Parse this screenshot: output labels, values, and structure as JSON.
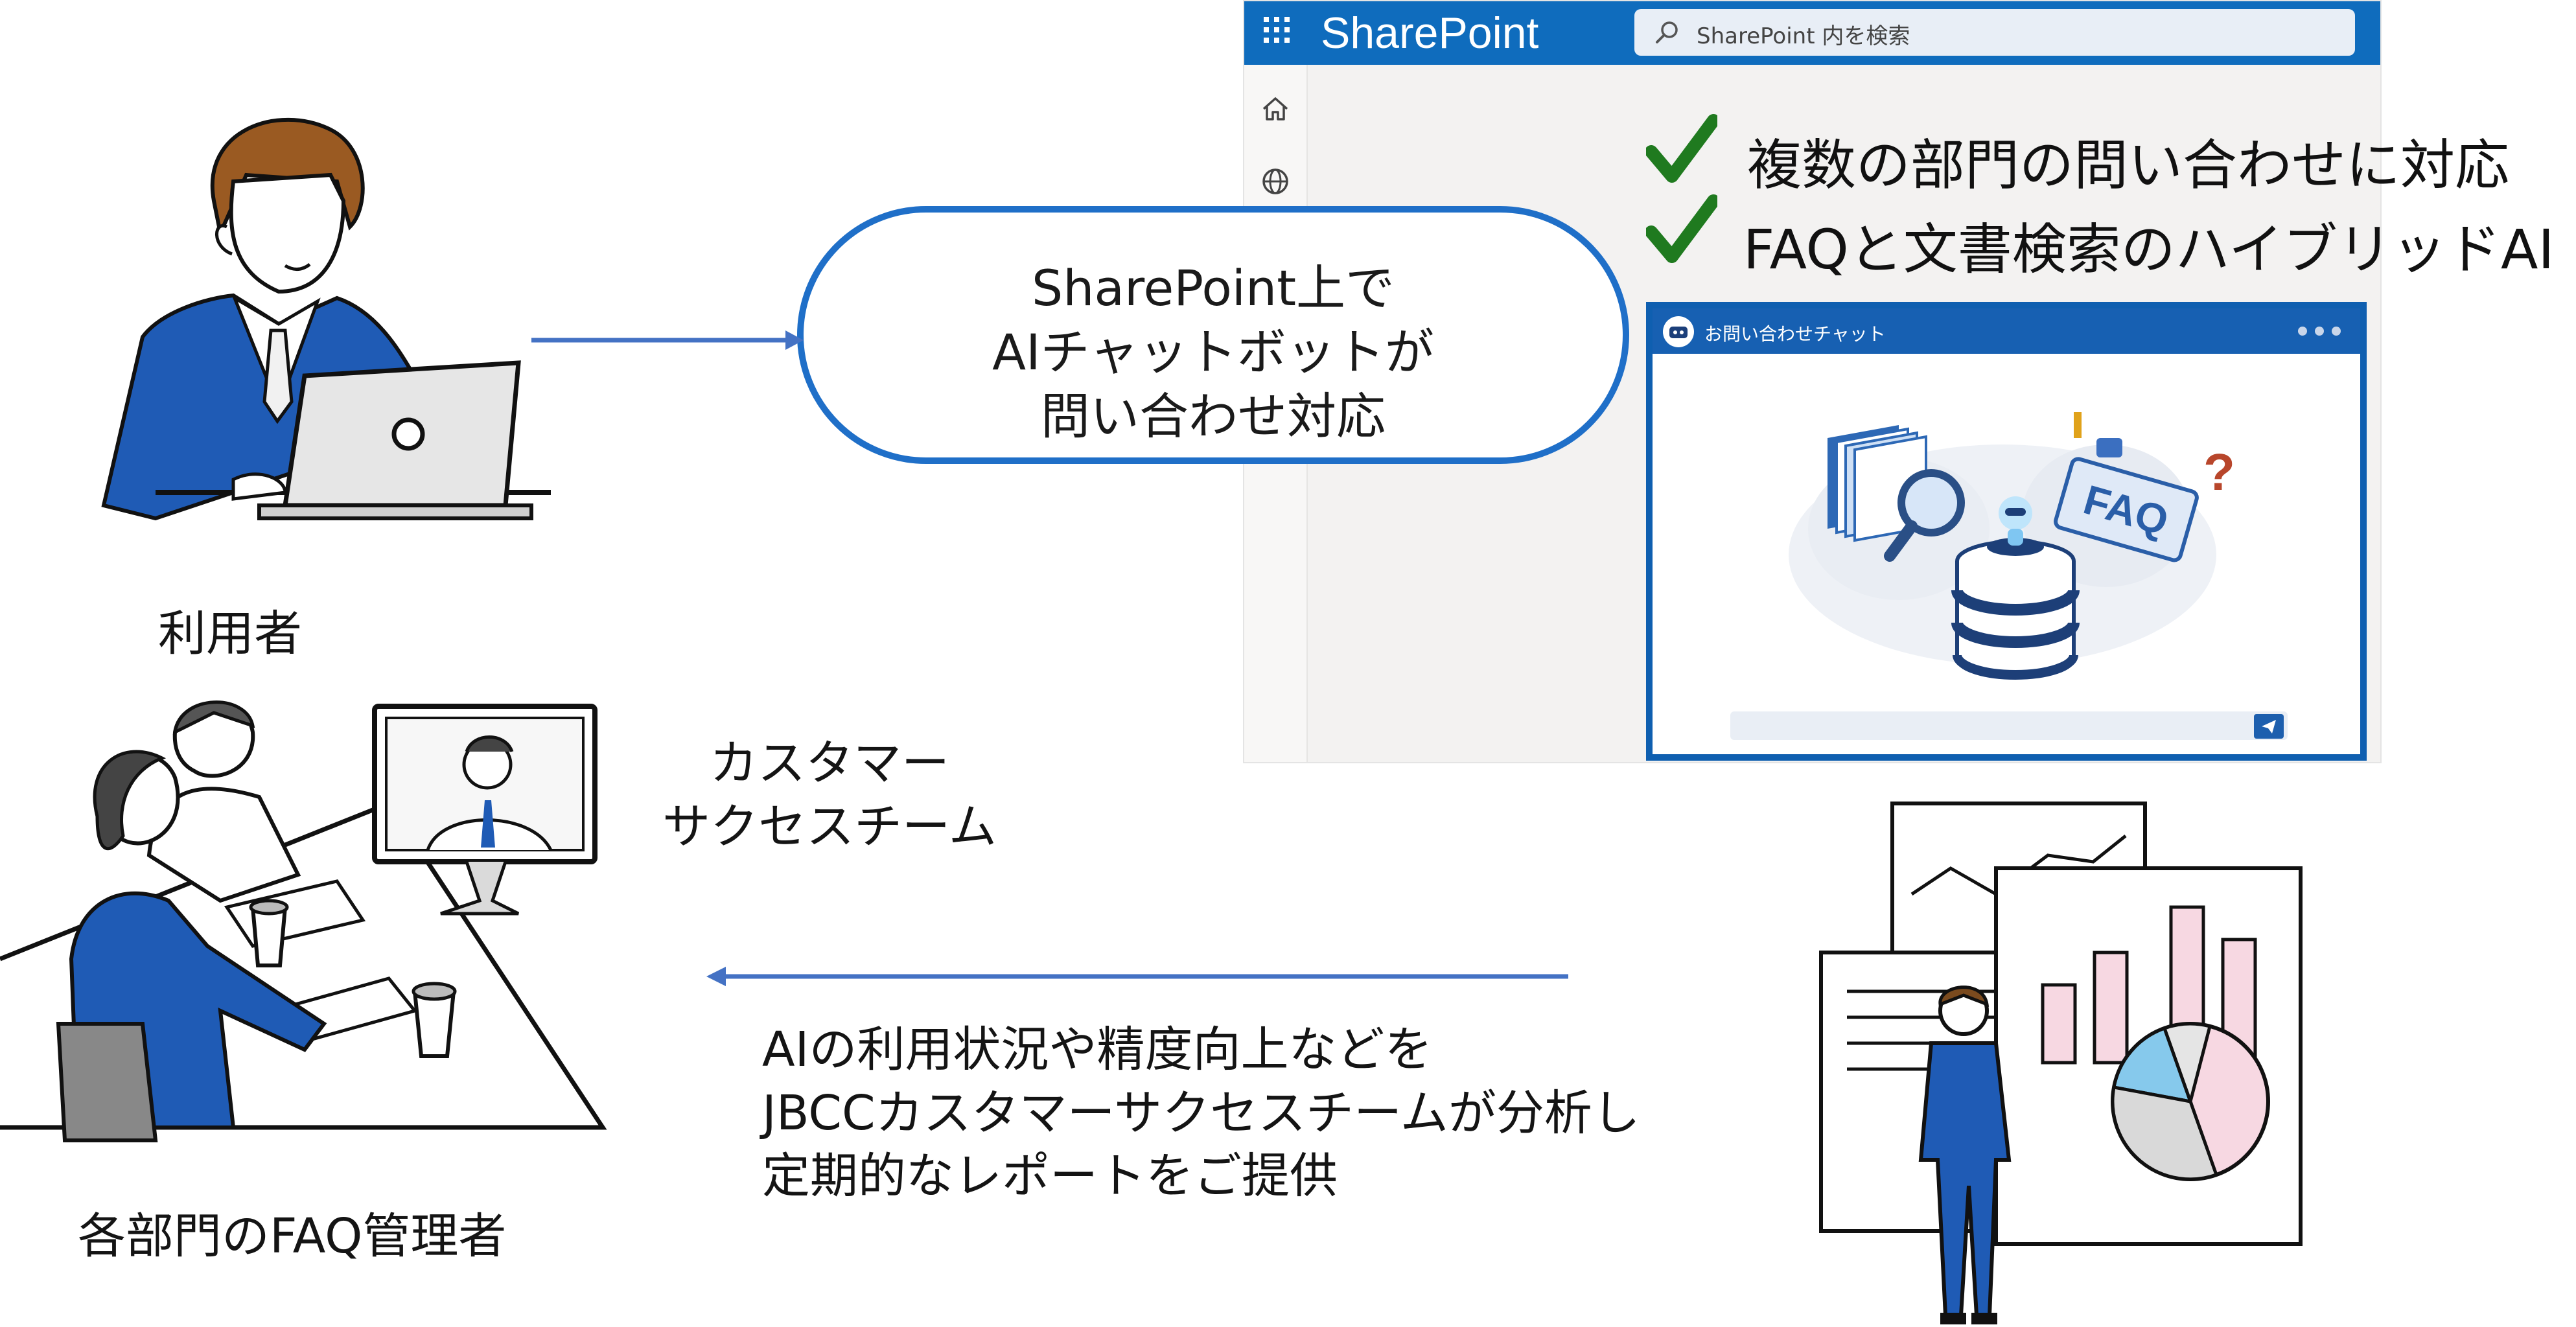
{
  "sharepoint": {
    "app_name": "SharePoint",
    "search_placeholder": "SharePoint 内を検索",
    "nav_icons": [
      "home-icon",
      "globe-icon"
    ],
    "brand_color": "#0f6cbd"
  },
  "features": [
    "複数の部門の問い合わせに対応",
    "FAQと文書検索のハイブリッドAI"
  ],
  "check_color": "#1f7a1f",
  "chat": {
    "title": "お問い合わせチャット",
    "hero_label": "FAQ"
  },
  "bubble": {
    "line1": "SharePoint上で",
    "line2": "AIチャットボットが",
    "line3": "問い合わせ対応"
  },
  "labels": {
    "user": "利用者",
    "success_team_line1": "カスタマー",
    "success_team_line2": "サクセスチーム",
    "faq_admin": "各部門のFAQ管理者"
  },
  "report": {
    "line1": "AIの利用状況や精度向上などを",
    "line2": "JBCCカスタマーサクセスチームが分析し",
    "line3": "定期的なレポートをご提供"
  },
  "arrow_color": "#4472c4"
}
